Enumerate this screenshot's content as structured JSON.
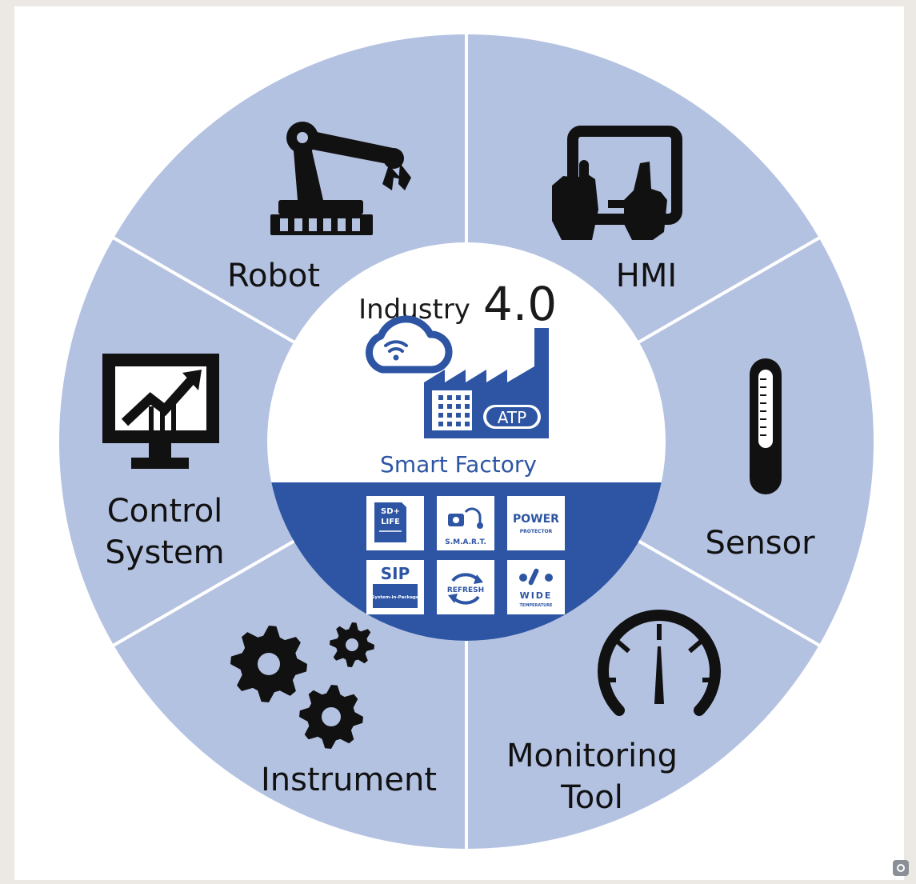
{
  "colors": {
    "background": "#ece9e4",
    "frame": "#ffffff",
    "segment": "#b4c2e2",
    "divider": "#ffffff",
    "center": "#ffffff",
    "center_band": "#2d55a3",
    "icon": "#111111",
    "factory": "#2d55a3"
  },
  "center": {
    "title_word": "Industry",
    "title_version": "4.0",
    "factory_badge": "ATP",
    "subtitle": "Smart Factory",
    "tiles": [
      {
        "line1": "SD+",
        "line2": "LIFE",
        "icon": "sd-card-icon"
      },
      {
        "line1": "",
        "line2": "S.M.A.R.T.",
        "icon": "stethoscope-icon"
      },
      {
        "line1": "POWER",
        "line2": "PROTECTOR",
        "icon": "power-icon"
      },
      {
        "line1": "SIP",
        "line2": "System-in-Package",
        "icon": "chip-icon"
      },
      {
        "line1": "",
        "line2": "REFRESH",
        "icon": "refresh-icon"
      },
      {
        "line1": "WIDE",
        "line2": "TEMPERATURE",
        "icon": "thermo-icon"
      }
    ]
  },
  "segments": [
    {
      "id": "robot",
      "label": "Robot",
      "icon": "robot-arm-icon"
    },
    {
      "id": "hmi",
      "label": "HMI",
      "icon": "touchscreen-icon"
    },
    {
      "id": "sensor",
      "label": "Sensor",
      "icon": "thermometer-icon"
    },
    {
      "id": "monitoring",
      "label_line1": "Monitoring",
      "label_line2": "Tool",
      "icon": "gauge-icon"
    },
    {
      "id": "instrument",
      "label": "Instrument",
      "icon": "gears-icon"
    },
    {
      "id": "control",
      "label_line1": "Control",
      "label_line2": "System",
      "icon": "monitor-chart-icon"
    }
  ]
}
